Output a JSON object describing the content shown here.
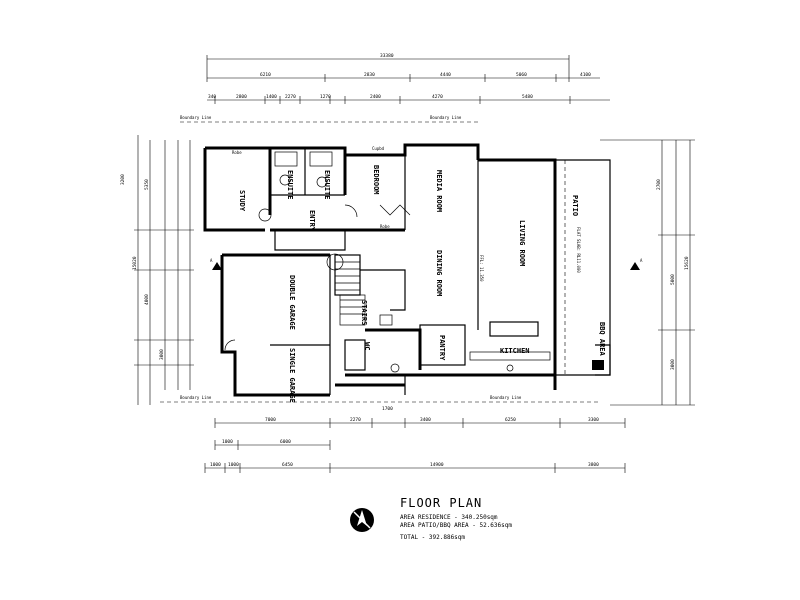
{
  "caption": {
    "title": "FLOOR PLAN",
    "area_residence": "AREA RESIDENCE - 340.250sqm",
    "area_patio": "AREA PATIO/BBQ AREA - 52.636sqm",
    "total": "TOTAL - 392.886sqm"
  },
  "rooms": {
    "study": "STUDY",
    "ensuite": "ENSUITE",
    "ensuite2": "ENSUITE",
    "entry": "ENTRY",
    "bedroom": "BEDROOM",
    "media_room": "MEDIA ROOM",
    "living_room": "LIVING ROOM",
    "dining_room": "DINING ROOM",
    "double_garage": "DOUBLE GARAGE",
    "single_garage": "SINGLE GARAGE",
    "stairs": "STAIRS",
    "pantry": "PANTRY",
    "kitchen": "KITCHEN",
    "wc": "WC",
    "patio": "PATIO",
    "bbq_area": "BBQ AREA"
  },
  "labels": {
    "boundary_1": "Boundary Line",
    "boundary_2": "Boundary Line",
    "boundary_3": "Boundary Line",
    "boundary_4": "Boundary Line",
    "flat_slab": "FLAT SLAB: RL11.000",
    "ffl": "FFL: 11.350",
    "section_a1": "A",
    "section_a2": "A",
    "robe1": "Robe",
    "robe2": "Robe",
    "cupboard": "Cupbd"
  },
  "dimensions": {
    "top_overall": "33380",
    "top_1": "6210",
    "top_2": "2830",
    "top_3": "4440",
    "top_4": "5060",
    "top_5": "4100",
    "row2_1": "340",
    "row2_2": "2800",
    "row2_3": "1400",
    "row2_4": "2270",
    "row2_5": "1270",
    "row2_6": "2400",
    "row2_7": "4270",
    "row2_8": "5480",
    "bot_1": "7000",
    "bot_2": "2270",
    "bot_3": "1700",
    "bot_4": "3400",
    "bot_5": "6250",
    "bot_6": "3300",
    "bot2_1": "1000",
    "bot2_2": "6000",
    "bot3_1": "1000",
    "bot3_2": "1000",
    "bot3_3": "6450",
    "bot3_4": "14900",
    "bot3_5": "3800",
    "left_1": "3200",
    "left_2": "5350",
    "left_3": "4000",
    "left_4": "3000",
    "left_5": "15020",
    "right_1": "2700",
    "right_2": "5000",
    "right_3": "3000",
    "right_4": "15620"
  }
}
